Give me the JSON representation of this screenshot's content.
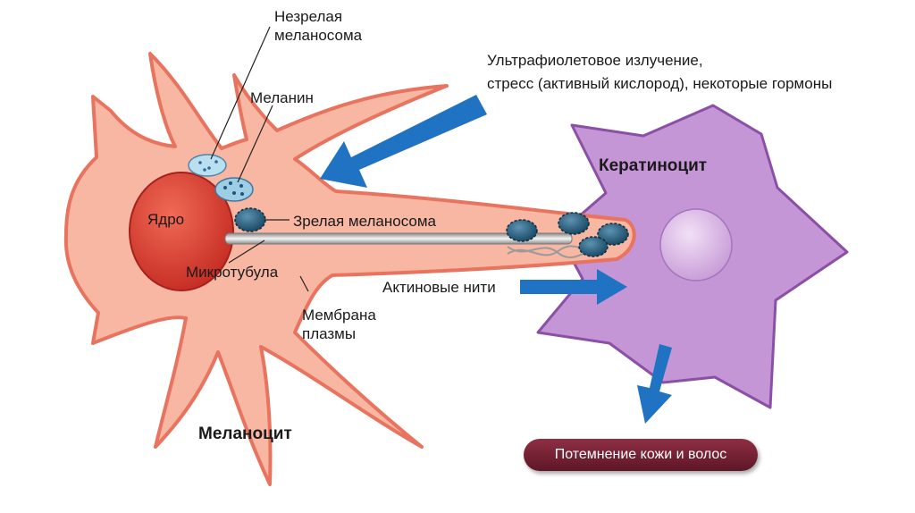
{
  "labels": {
    "immature_melanosome": [
      "Незрелая",
      "меланосома"
    ],
    "melanin": "Меланин",
    "nucleus": "Ядро",
    "mature_melanosome": "Зрелая меланосома",
    "microtubule": "Микротубула",
    "plasma_membrane": [
      "Мембрана",
      "плазмы"
    ],
    "actin_filaments": "Актиновые нити",
    "melanocyte": "Меланоцит",
    "keratinocyte": "Кератиноцит",
    "stimuli": [
      "Ультрафиолетовое излучение,",
      "стресс (активный кислород), некоторые гормоны"
    ],
    "result": "Потемнение кожи и волос"
  },
  "colors": {
    "melanocyte_fill": "#f7b7a3",
    "melanocyte_outline": "#e8735e",
    "nucleus": "#c42b22",
    "keratinocyte_fill": "#c596d6",
    "keratinocyte_outline": "#8b4fa6",
    "arrow": "#1f73c2",
    "melanosome": "#1b5a7a",
    "result_badge": "#7a2236"
  }
}
